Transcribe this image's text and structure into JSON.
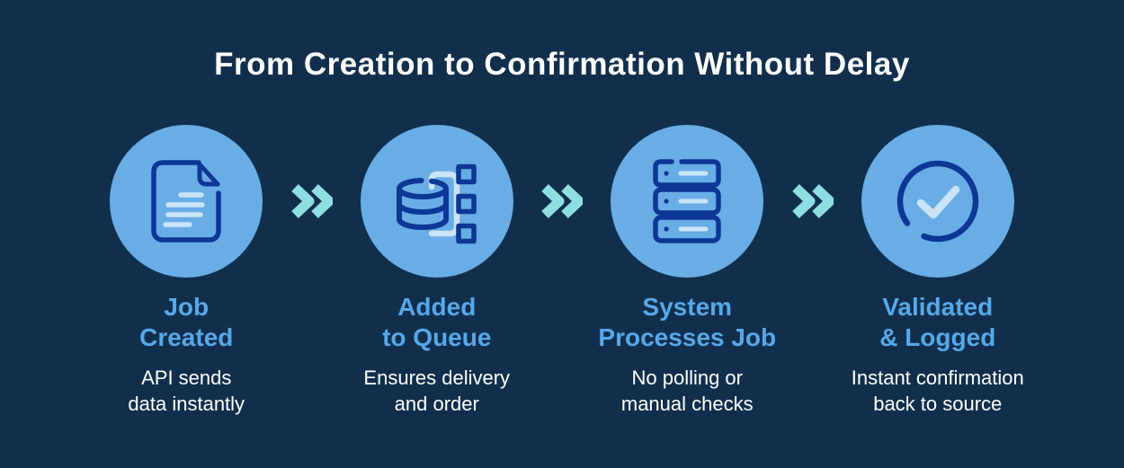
{
  "title": "From Creation to Confirmation Without Delay",
  "colors": {
    "background": "#112F4C",
    "circle_fill": "#69ADE6",
    "icon_stroke": "#0C3795",
    "icon_light": "#CBE4F8",
    "chevron": "#8EDEE1",
    "step_title": "#58A8E8",
    "title_color": "#FFFFFF",
    "desc_color": "#FFFFFF"
  },
  "steps": [
    {
      "icon": "document-icon",
      "title_line1": "Job",
      "title_line2": "Created",
      "desc_line1": "API sends",
      "desc_line2": "data instantly"
    },
    {
      "icon": "queue-icon",
      "title_line1": "Added",
      "title_line2": "to Queue",
      "desc_line1": "Ensures delivery",
      "desc_line2": "and order"
    },
    {
      "icon": "server-icon",
      "title_line1": "System",
      "title_line2": "Processes Job",
      "desc_line1": "No polling or",
      "desc_line2": "manual checks"
    },
    {
      "icon": "check-icon",
      "title_line1": "Validated",
      "title_line2": "& Logged",
      "desc_line1": "Instant confirmation",
      "desc_line2": "back to source"
    }
  ]
}
